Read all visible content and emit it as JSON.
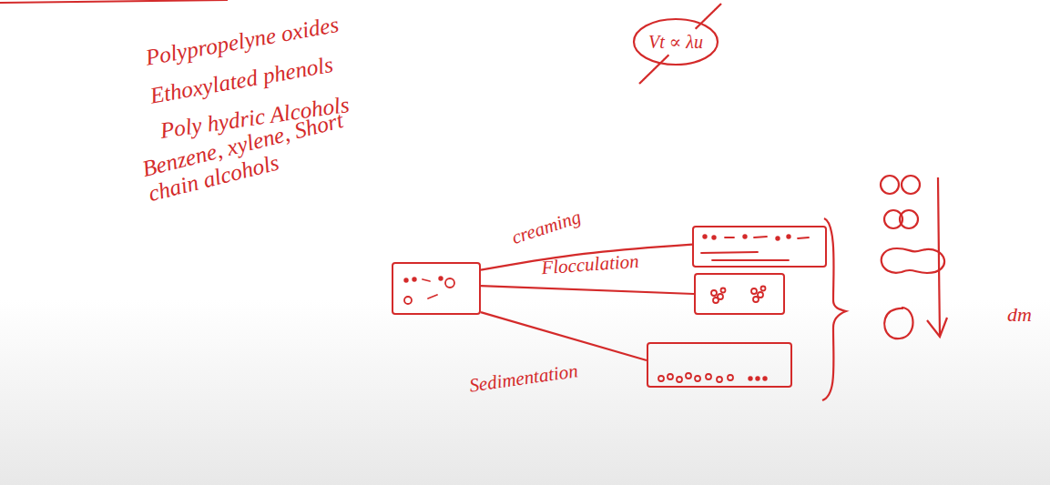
{
  "diagram": {
    "nodes": [
      {
        "text": []
      },
      {
        "text": []
      },
      {
        "text": []
      },
      {
        "text": []
      }
    ],
    "edges": [
      {
        "from": 0,
        "to": 1,
        "label": "creaming",
        "arrow": "none"
      },
      {
        "from": 0,
        "to": 2,
        "label": "Flocculation",
        "arrow": "none"
      },
      {
        "from": 0,
        "to": 3,
        "label": "Sedimentation",
        "arrow": "none"
      }
    ],
    "labels": [
      "Polypropelyne oxides",
      "Ethoxylated phenols",
      "Poly hydric Alcohols",
      "Benzene, xylene, Short chain alcohols",
      "Vt ∝ λu",
      "dm"
    ]
  }
}
